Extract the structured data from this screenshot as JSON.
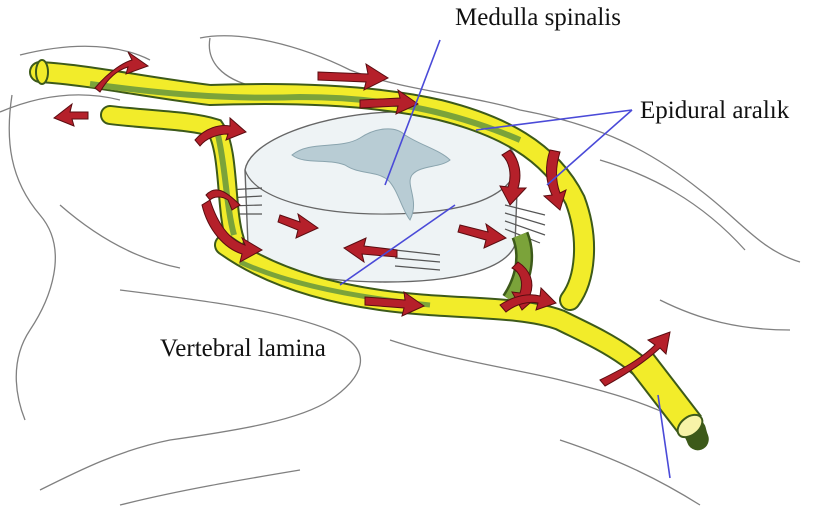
{
  "labels": {
    "medulla_spinalis": "Medulla spinalis",
    "epidural_aralik": "Epidural aralık",
    "vertebral_lamina": "Vertebral lamina"
  },
  "colors": {
    "vein_yellow": "#f2ec2a",
    "vein_green": "#7ba33a",
    "arrow_red": "#b5202a",
    "leader_blue": "#4a4ad8",
    "outline": "#7a7a7a",
    "cord_fill": "#eef3f5",
    "grey_matter": "#b8ccd4"
  }
}
